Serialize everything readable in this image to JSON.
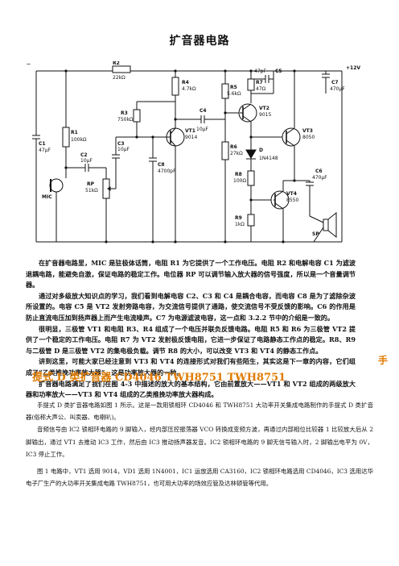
{
  "page": {
    "title": "扩音器电路",
    "dash": "–"
  },
  "circuit": {
    "labels": {
      "vcc": "+12V",
      "r1": "R1",
      "r1v": "100kΩ",
      "r2": "R2",
      "r2v": "22kΩ",
      "r3": "R3",
      "r3v": "750kΩ",
      "r4": "R4",
      "r4v": "4.7kΩ",
      "r5": "R5",
      "r5v": "5.6kΩ",
      "r6": "R6",
      "r6v": "27kΩ",
      "r7": "R7",
      "r7v": "47Ω",
      "r8": "R8",
      "r8v": "100Ω",
      "r9": "R9",
      "r9v": "1kΩ",
      "c1": "C1",
      "c1v": "47μF",
      "c2": "C2",
      "c2v": "10μF",
      "c3": "C3",
      "c3v": "10μF",
      "c4": "C4",
      "c4v": "10μF",
      "c5": "C5",
      "c5v": "47pF",
      "c6": "C6",
      "c6v": "470μF",
      "c7": "C7",
      "c7v": "470μF",
      "c8": "C8",
      "c8v": "4700pF",
      "rp": "RP",
      "rpv": "51kΩ",
      "vt1": "VT1",
      "vt1v": "9014",
      "vt2": "VT2",
      "vt2v": "9015",
      "vt3": "VT3",
      "vt3v": "8050",
      "vt4": "VT4",
      "vt4v": "8550",
      "d": "D",
      "dv": "1N4148",
      "mic": "MIC",
      "sp": "SP"
    }
  },
  "description": [
    "在扩音器电路里，MIC 是驻极体话筒，电阻 R1 为它提供了一个工作电压。电阻 R2 和电解电容 C1 为滤波退耦电路，能避免自激，保证电路的稳定工作。电位器 RP 可以调节输入放大器的信号强度，所以是一个音量调节器。",
    "通过对多级放大知识点的学习，我们看到电解电容 C2、C3 和 C4 是耦合电容，而电容 C8 是为了滤除杂波所设置的。电容 C5 是 VT2 发射旁路电容，为交流信号提供了通路，使交流信号不受反馈的影响。C6 的作用是防止直流电压加到扬声器上而产生电流噪声。C7 为电源滤波电容，这一点和 3.2.2 节中的介绍是一致的。",
    "很明显，三极管 VT1 和电阻 R3、R4 组成了一个电压并联负反馈电路。电阻 R5 和 R6 为三极管 VT2 提供了一个稳定的工作电压。电阻 R7 为 VT2 发射极反馈电阻，它进一步保证了电路静态工作点的稳定。R8、R9 与二极管 D 是三极管 VT2 的集电极负载。调节 R8 的大小，可以改变 VT3 和 VT4 的静态工作点。",
    "讲到这里，可能大家已经注意到 VT3 和 VT4 的连接形式对我们有些陌生，其实这是下一章的内容，它们组成了“乙类推挽功率放大器”，这是功率放大器的一种。",
    "扩音器电路满足了我们在图 4-3 中描述的放大的基本结构，它由前置放大——VT1 和 VT2 组成的两级放大器和功率放大——VT3 和 VT4 组成的乙类推挽功率放大器构成。"
  ],
  "hand_char": "手",
  "subtitle": "提式 D 类扩音器  CD4046 TWH8751 TWH8751",
  "body2": [
    "手提式 D 类扩音器电路如图 1 所示。这是一款用锁相环 CD4046 和 TWH8751 大功率开关集成电路制作的手提式 D 类扩音器(俗称大声公、叫卖器、电喇叭)。",
    "音频信号由 IC2 锁相环电路的 9 脚输入，经内部压控振荡器 VCO 转换成变频方波，再通过内部相位比较器 1 比较放大后从 2 脚输出，通过 VT1 去推动 IC3 工作，然后由 IC3 推动扬声器发音。IC2 锁相环电路的 9 脚无信号输入时，2 脚输出电平为 0V，IC3 停止工作。",
    "图 1 电路中，VT1 选用 9014，VD1 选用 1N4001，IC1 运放选用 CA3160，IC2 锁相环电路选用 CD4046，IC3 选用达华电子厂生产的大功率开关集成电路 TWH8751，也可用大功率的场效应管及达林顿管等代用。"
  ]
}
